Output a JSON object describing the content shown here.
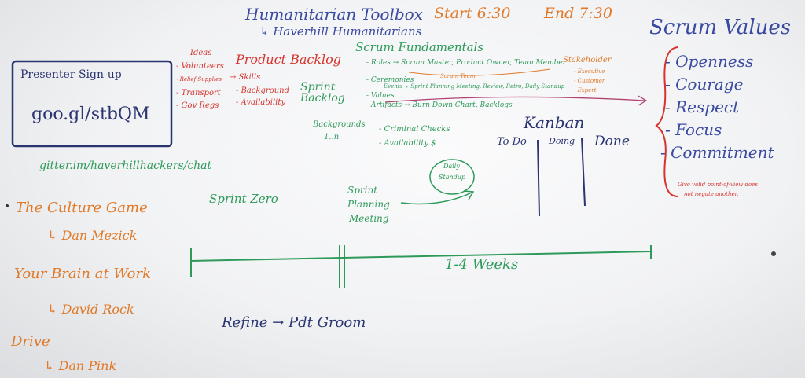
{
  "header": {
    "title": "Humanitarian Toolbox",
    "subtitle": "↳ Haverhill Humanitarians",
    "start": "Start 6:30",
    "end": "End 7:30"
  },
  "signup": {
    "title": "Presenter Sign-up",
    "link": "goo.gl/stbQM"
  },
  "chat": "gitter.im/haverhillhackers/chat",
  "ideas": {
    "heading": "Ideas",
    "items": [
      "- Volunteers",
      "- Relief Supplies",
      "- Transport",
      "- Gov Regs"
    ]
  },
  "backlog": {
    "title": "Product Backlog",
    "items": [
      "→ Skills",
      "- Background",
      "- Availability"
    ],
    "sprint_backlog": "Sprint Backlog",
    "backgrounds": "Backgrounds",
    "range": "1..n",
    "criminal": "- Criminal Checks",
    "availability": "- Availability $"
  },
  "scrum": {
    "title": "Scrum Fundamentals",
    "roles": "- Roles → Scrum Master, Product Owner, Team Member",
    "team_label": "Scrum Team",
    "ceremonies": "- Ceremonies",
    "events": "Events ↳ Sprint Planning Meeting, Review, Retro, Daily Standup",
    "values": "- Values",
    "artifacts": "- Artifacts → Burn Down Chart, Backlogs"
  },
  "stakeholder": {
    "title": "Stakeholder",
    "items": [
      "- Executive",
      "- Customer",
      "- Expert"
    ]
  },
  "scrum_values": {
    "title": "Scrum Values",
    "items": [
      "- Openness",
      "- Courage",
      "- Respect",
      "- Focus",
      "- Commitment"
    ],
    "note_line1": "Give valid point-of-view does",
    "note_line2": "not negate another."
  },
  "kanban": {
    "title": "Kanban",
    "columns": [
      "To Do",
      "Doing",
      "Done"
    ]
  },
  "books": [
    {
      "title": "The Culture Game",
      "author": "↳ Dan Mezick"
    },
    {
      "title": "Your Brain at Work",
      "author": "↳ David Rock"
    },
    {
      "title": "Drive",
      "author": "↳ Dan Pink"
    }
  ],
  "timeline": {
    "sprint_zero": "Sprint Zero",
    "planning": [
      "Sprint",
      "Planning",
      "Meeting"
    ],
    "standup": [
      "Daily",
      "Standup"
    ],
    "weeks": "1-4 Weeks"
  },
  "refine": "Refine → Pdt Groom",
  "colors": {
    "blue": "#3a4aa0",
    "orange": "#e07a2a",
    "red": "#d6332c",
    "green": "#2e9a5a",
    "navy": "#2a3470"
  }
}
